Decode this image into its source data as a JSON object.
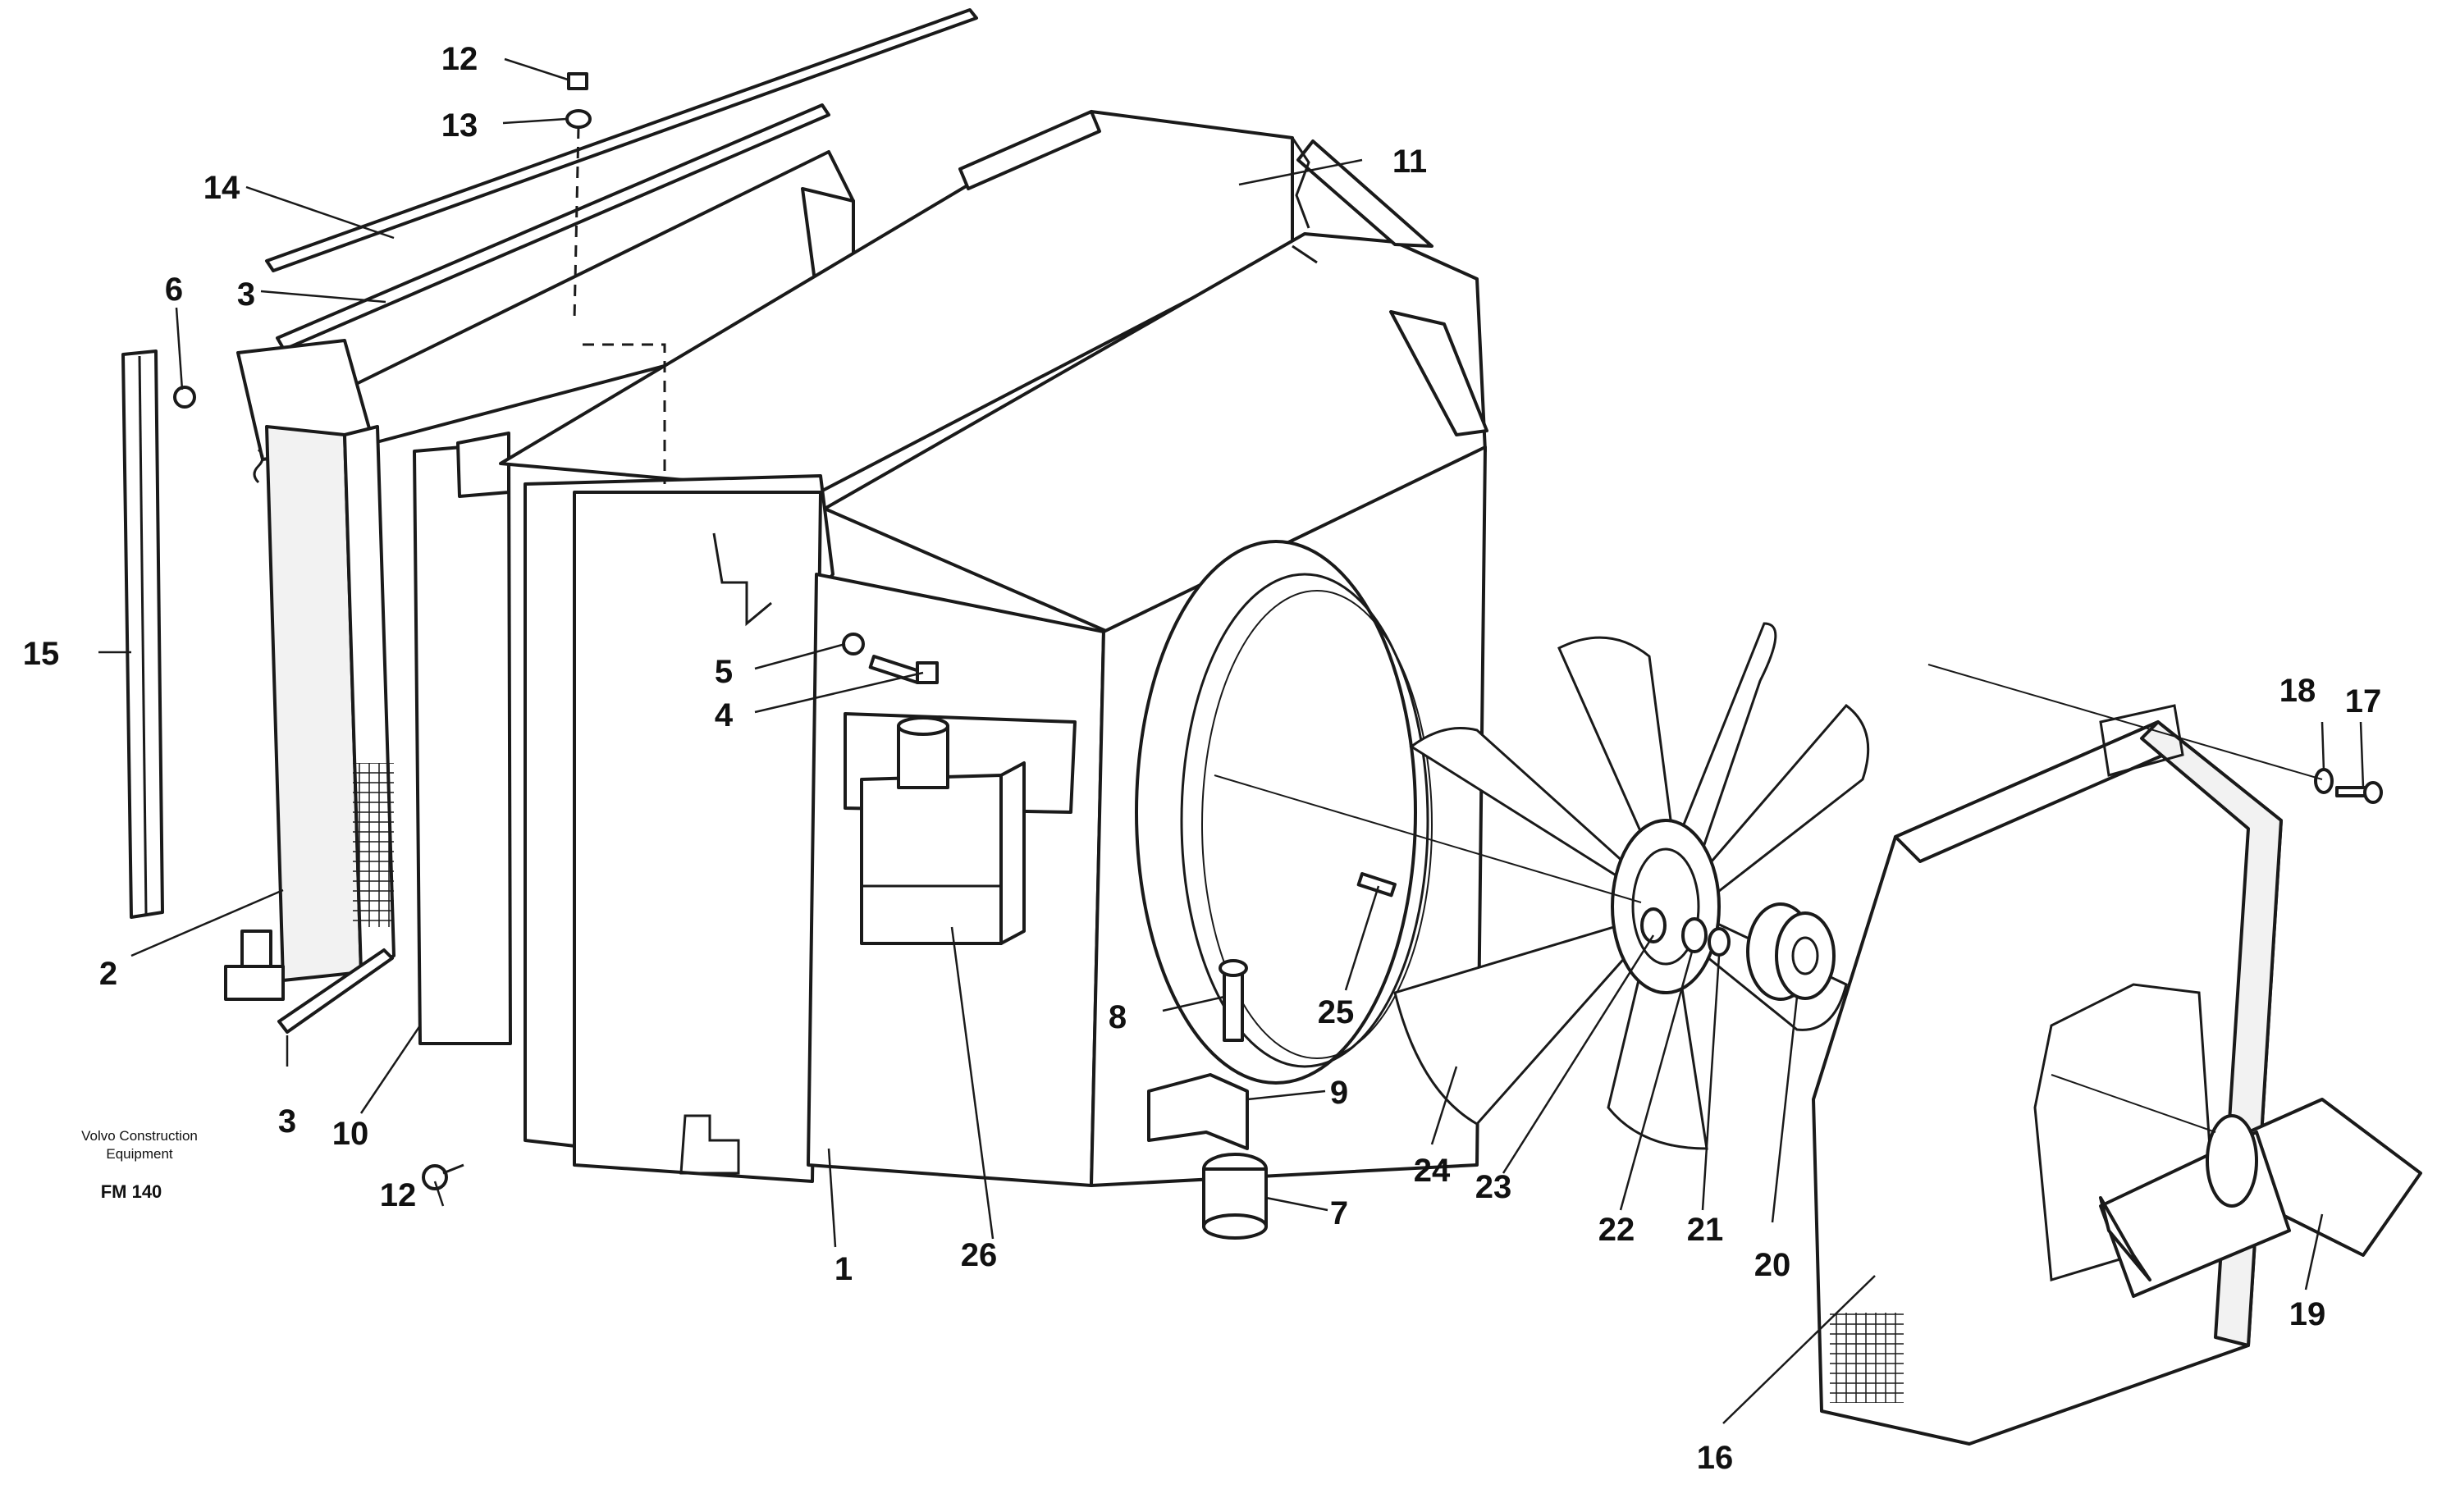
{
  "brand": {
    "line1": "Volvo Construction",
    "line2": "Equipment",
    "model": "FM 140"
  },
  "callouts": {
    "c1": "1",
    "c2": "2",
    "c3a": "3",
    "c3b": "3",
    "c4": "4",
    "c5": "5",
    "c6": "6",
    "c7": "7",
    "c8": "8",
    "c9": "9",
    "c10": "10",
    "c11": "11",
    "c12a": "12",
    "c12b": "12",
    "c13": "13",
    "c14": "14",
    "c15": "15",
    "c16": "16",
    "c17": "17",
    "c18": "18",
    "c19": "19",
    "c20": "20",
    "c21": "21",
    "c22": "22",
    "c23": "23",
    "c24": "24",
    "c25": "25",
    "c26": "26"
  },
  "colors": {
    "line": "#1a1a1a",
    "paper": "#ffffff"
  }
}
